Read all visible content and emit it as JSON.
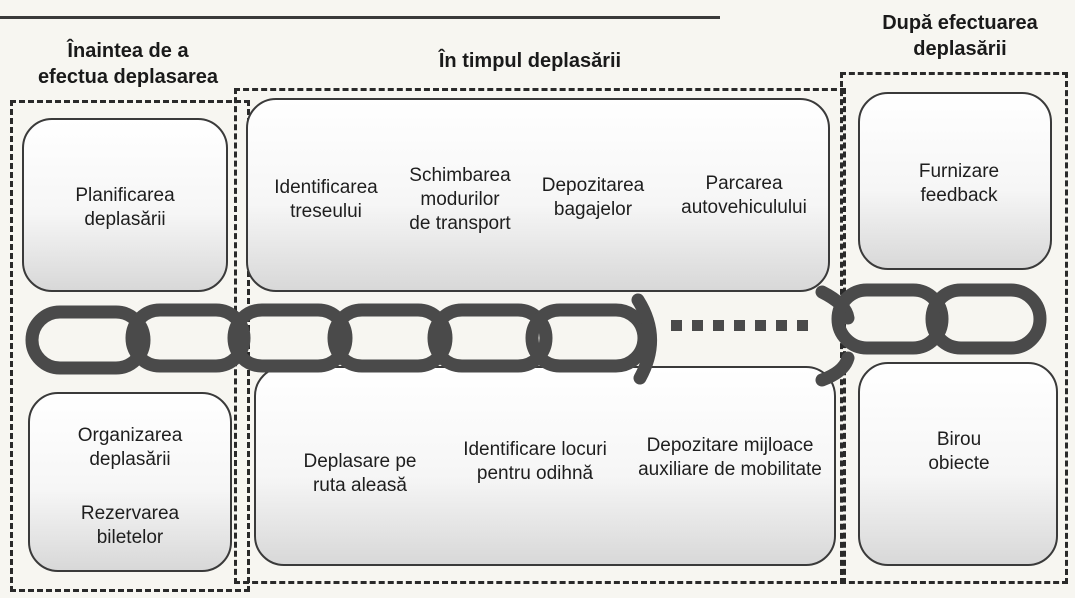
{
  "headings": {
    "before": [
      "Înaintea de a",
      "efectua deplasarea"
    ],
    "during": [
      "În timpul deplasării"
    ],
    "after": [
      "După efectuarea",
      "deplasării"
    ]
  },
  "before_top": [
    "Planificarea",
    "deplasării"
  ],
  "before_bottom": [
    "Organizarea",
    "deplasării",
    "Rezervarea",
    "biletelor"
  ],
  "during_top": [
    [
      "Identificarea",
      "treseului"
    ],
    [
      "Schimbarea",
      "modurilor",
      "de transport"
    ],
    [
      "Depozitarea",
      "bagajelor"
    ],
    [
      "Parcarea",
      "autovehiculului"
    ]
  ],
  "during_bottom": [
    [
      "Deplasare pe",
      "ruta aleasă"
    ],
    [
      "Identificare locuri",
      "pentru odihnă"
    ],
    [
      "Depozitare mijloace",
      "auxiliare de mobilitate"
    ]
  ],
  "after_top": [
    "Furnizare",
    "feedback"
  ],
  "after_bottom": [
    "Birou",
    "obiecte"
  ],
  "colors": {
    "ink": "#1e1e1e",
    "chain": "#4a4a4a",
    "paper": "#f7f6f1"
  }
}
